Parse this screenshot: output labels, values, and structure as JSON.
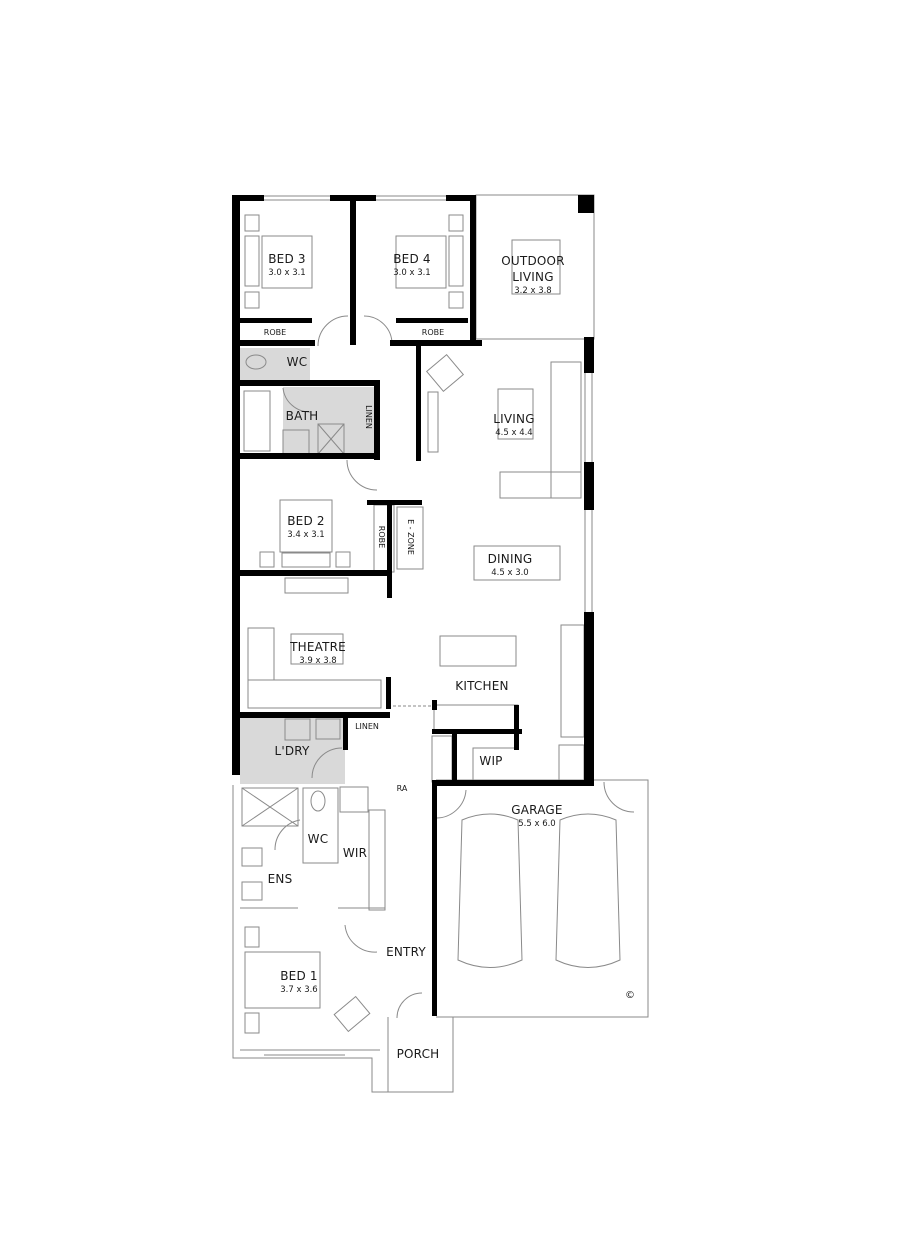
{
  "plan": {
    "rooms": [
      {
        "id": "bed3",
        "name": "BED 3",
        "dims": "3.0 x 3.1"
      },
      {
        "id": "bed4",
        "name": "BED 4",
        "dims": "3.0 x 3.1"
      },
      {
        "id": "outdoor",
        "name": "OUTDOOR",
        "name2": "LIVING",
        "dims": "3.2 x 3.8"
      },
      {
        "id": "robe3",
        "name": "ROBE"
      },
      {
        "id": "robe4",
        "name": "ROBE"
      },
      {
        "id": "wc_upper",
        "name": "WC"
      },
      {
        "id": "bath",
        "name": "BATH"
      },
      {
        "id": "linen_upper",
        "name": "LINEN"
      },
      {
        "id": "living",
        "name": "LIVING",
        "dims": "4.5 x 4.4"
      },
      {
        "id": "bed2",
        "name": "BED 2",
        "dims": "3.4 x 3.1"
      },
      {
        "id": "robe2",
        "name": "ROBE"
      },
      {
        "id": "ezone",
        "name": "E - ZONE"
      },
      {
        "id": "dining",
        "name": "DINING",
        "dims": "4.5 x 3.0"
      },
      {
        "id": "theatre",
        "name": "THEATRE",
        "dims": "3.9 x 3.8"
      },
      {
        "id": "kitchen",
        "name": "KITCHEN"
      },
      {
        "id": "laundry",
        "name": "L'DRY"
      },
      {
        "id": "linen_lower",
        "name": "LINEN"
      },
      {
        "id": "wip",
        "name": "WIP"
      },
      {
        "id": "ra",
        "name": "RA"
      },
      {
        "id": "garage",
        "name": "GARAGE",
        "dims": "5.5 x 6.0"
      },
      {
        "id": "wc_ens",
        "name": "WC"
      },
      {
        "id": "wir",
        "name": "WIR"
      },
      {
        "id": "ens",
        "name": "ENS"
      },
      {
        "id": "entry",
        "name": "ENTRY"
      },
      {
        "id": "bed1",
        "name": "BED 1",
        "dims": "3.7 x 3.6"
      },
      {
        "id": "porch",
        "name": "PORCH"
      }
    ],
    "copyright": "©",
    "colors": {
      "wall": "#000000",
      "line": "#8a8a8a",
      "wet_area": "#d9d9d9",
      "background": "#ffffff"
    }
  }
}
